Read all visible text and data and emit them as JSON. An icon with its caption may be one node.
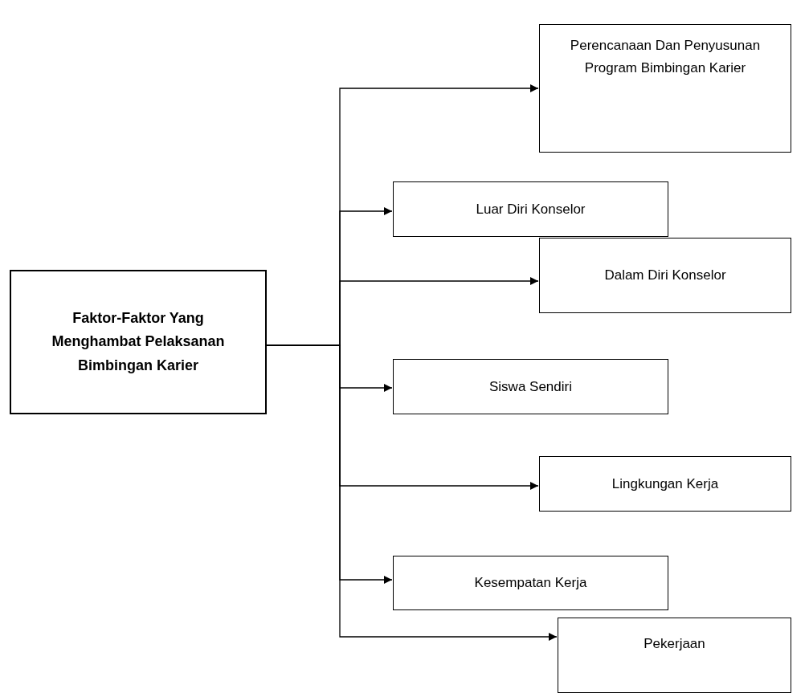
{
  "diagram": {
    "nodes": [
      {
        "text": [
          "Faktor-Faktor Yang Menghambat Pelaksanan Bimbingan Karier"
        ]
      },
      {
        "text": [
          "Perencanaan Dan Penyusunan Program Bimbingan Karier"
        ]
      },
      {
        "text": [
          "Luar Diri Konselor"
        ]
      },
      {
        "text": [
          "Dalam Diri Konselor"
        ]
      },
      {
        "text": [
          "Siswa Sendiri"
        ]
      },
      {
        "text": [
          "Lingkungan Kerja"
        ]
      },
      {
        "text": [
          "Kesempatan Kerja"
        ]
      },
      {
        "text": [
          "Pekerjaan"
        ]
      }
    ],
    "edges": [
      {
        "from": 0,
        "to": 1,
        "arrow": "to"
      },
      {
        "from": 0,
        "to": 2,
        "arrow": "to"
      },
      {
        "from": 0,
        "to": 3,
        "arrow": "to"
      },
      {
        "from": 0,
        "to": 4,
        "arrow": "to"
      },
      {
        "from": 0,
        "to": 5,
        "arrow": "to"
      },
      {
        "from": 0,
        "to": 6,
        "arrow": "to"
      },
      {
        "from": 0,
        "to": 7,
        "arrow": "to"
      }
    ]
  }
}
